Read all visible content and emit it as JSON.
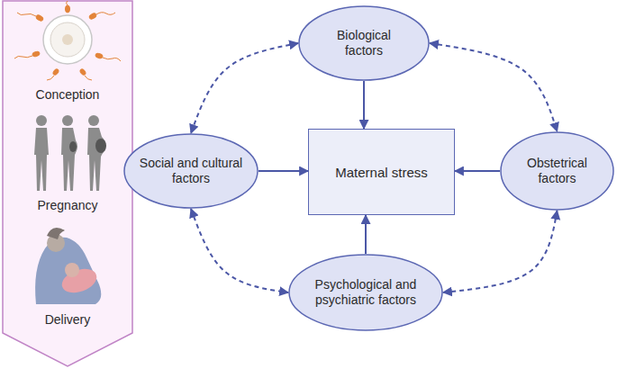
{
  "diagram": {
    "nodes": [
      {
        "text": [
          "Conception",
          "Pregnancy",
          "Delivery"
        ]
      },
      {
        "text": [
          "Biological factors"
        ]
      },
      {
        "text": [
          "Social and cultural factors"
        ]
      },
      {
        "text": [
          "Maternal stress"
        ]
      },
      {
        "text": [
          "Obstetrical factors"
        ]
      },
      {
        "text": [
          "Psychological and psychiatric factors"
        ]
      }
    ],
    "edges": [
      {
        "from": 1,
        "to": 3,
        "arrow": "to"
      },
      {
        "from": 2,
        "to": 3,
        "arrow": "to"
      },
      {
        "from": 4,
        "to": 3,
        "arrow": "to"
      },
      {
        "from": 5,
        "to": 3,
        "arrow": "to"
      },
      {
        "from": 1,
        "to": 2,
        "arrow": "both"
      },
      {
        "from": 1,
        "to": 4,
        "arrow": "both"
      },
      {
        "from": 2,
        "to": 5,
        "arrow": "both"
      },
      {
        "from": 4,
        "to": 5,
        "arrow": "both"
      }
    ]
  }
}
